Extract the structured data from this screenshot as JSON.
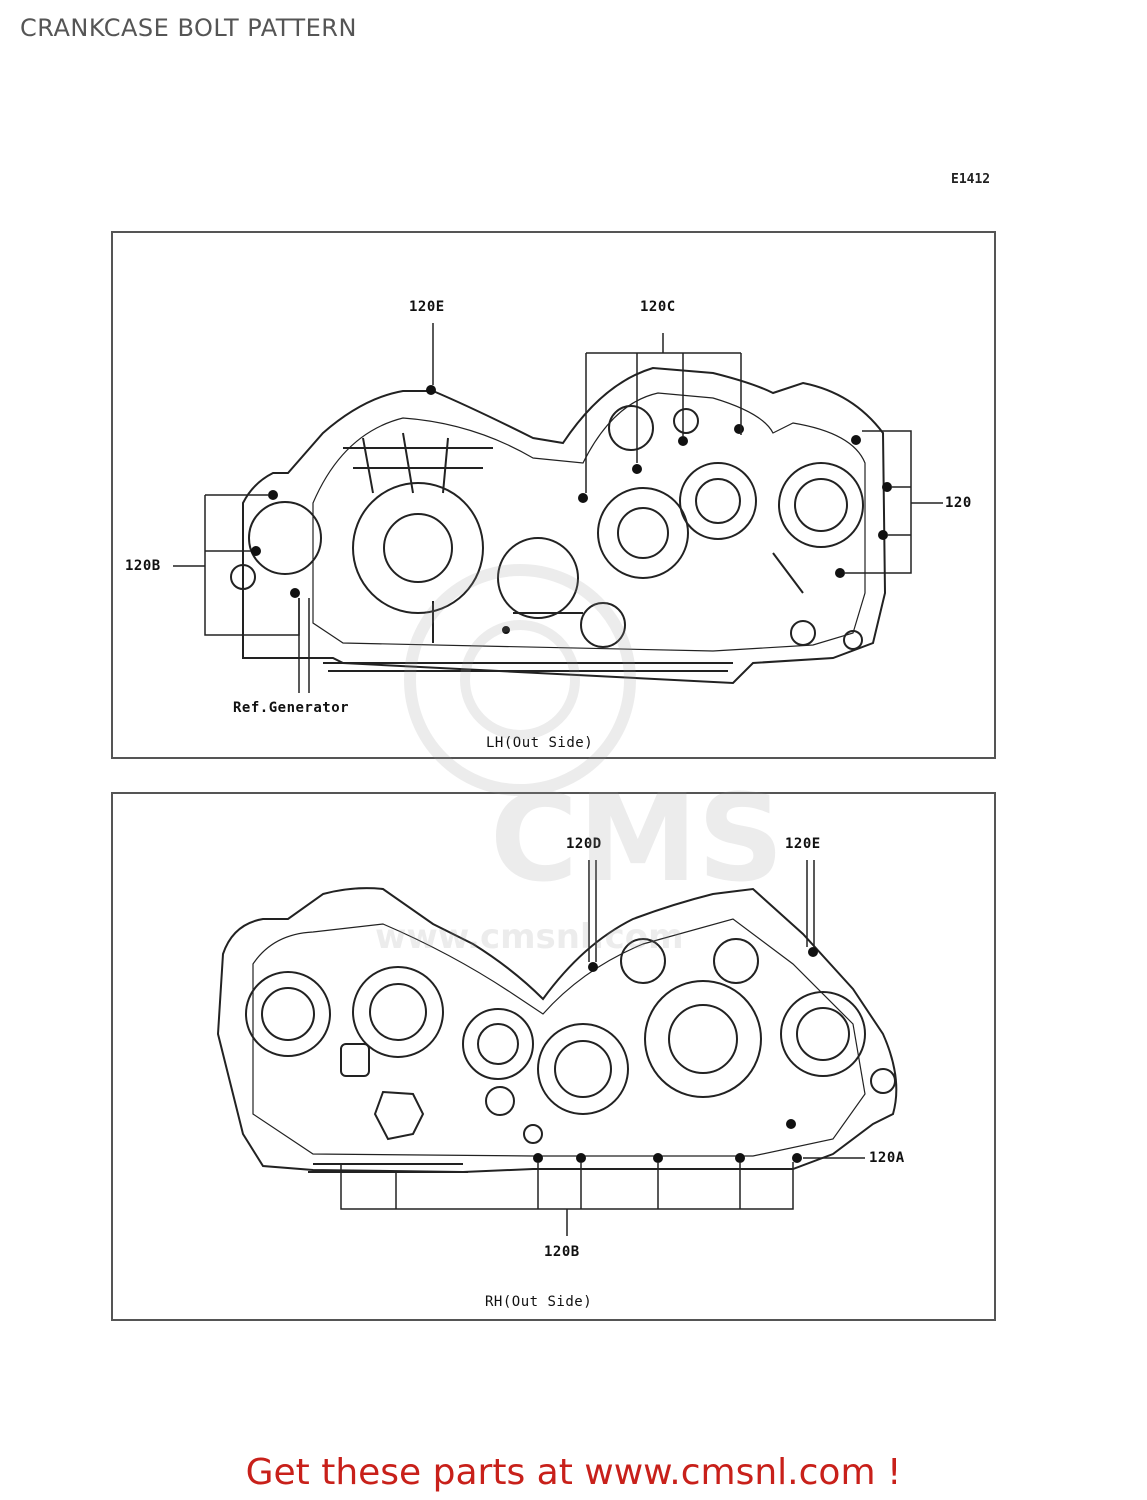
{
  "page": {
    "title": "CRANKCASE BOLT PATTERN",
    "diagram_code": "E1412",
    "footer_cta": "Get these parts at www.cmsnl.com !"
  },
  "panels": {
    "lh": {
      "caption": "LH(Out Side)",
      "labels": {
        "top_center": "120E",
        "top_right": "120C",
        "right": "120",
        "left": "120B",
        "bottom_left": "Ref.Generator"
      }
    },
    "rh": {
      "caption": "RH(Out Side)",
      "labels": {
        "top_left": "120D",
        "top_right": "120E",
        "right": "120A",
        "bottom": "120B"
      }
    }
  },
  "watermark": {
    "text": "CMS",
    "url": "www.cmsnl.com"
  },
  "colors": {
    "footer": "#c8201a",
    "title": "#555555",
    "ink": "#222222"
  }
}
